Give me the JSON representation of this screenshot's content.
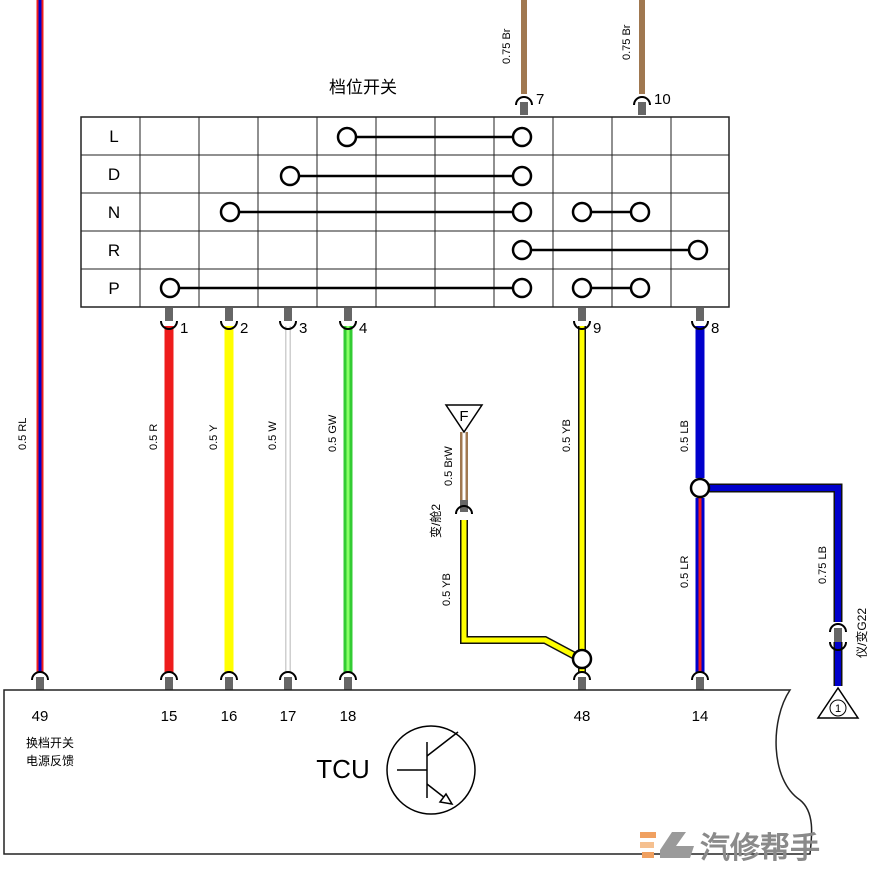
{
  "switch": {
    "title": "档位开关",
    "rows": [
      "L",
      "D",
      "N",
      "R",
      "P"
    ],
    "top_pins": [
      "7",
      "10"
    ],
    "bottom_pins": [
      "1",
      "2",
      "3",
      "4",
      "9",
      "8"
    ]
  },
  "wires": {
    "rl_left": "0.5 RL",
    "br_7": "0.75 Br",
    "br_10": "0.75 Br",
    "r_1": "0.5 R",
    "y_2": "0.5 Y",
    "w_3": "0.5 W",
    "gw_4": "0.5 GW",
    "yb_9": "0.5 YB",
    "lb_8": "0.5 LB",
    "brw": "0.5 BrW",
    "yb_left": "0.5 YB",
    "lr": "0.5 LR",
    "lb_075": "0.75 LB"
  },
  "connectors": {
    "f_label": "F",
    "f_conn": "变/舱2",
    "ground_label": "1",
    "ground_conn": "仪/变G22"
  },
  "tcu": {
    "label": "TCU",
    "pins": [
      "49",
      "15",
      "16",
      "17",
      "18",
      "48",
      "14"
    ],
    "note_line1": "换档开关",
    "note_line2": "电源反馈"
  },
  "watermark": "汽修帮手",
  "colors": {
    "red": "#ee1c1c",
    "yellow": "#ffff00",
    "green": "#33dd33",
    "blue": "#0000cc",
    "brown": "#a07850",
    "white_wire": "#d8d8d8",
    "watermark_orange": "#f0a060"
  }
}
